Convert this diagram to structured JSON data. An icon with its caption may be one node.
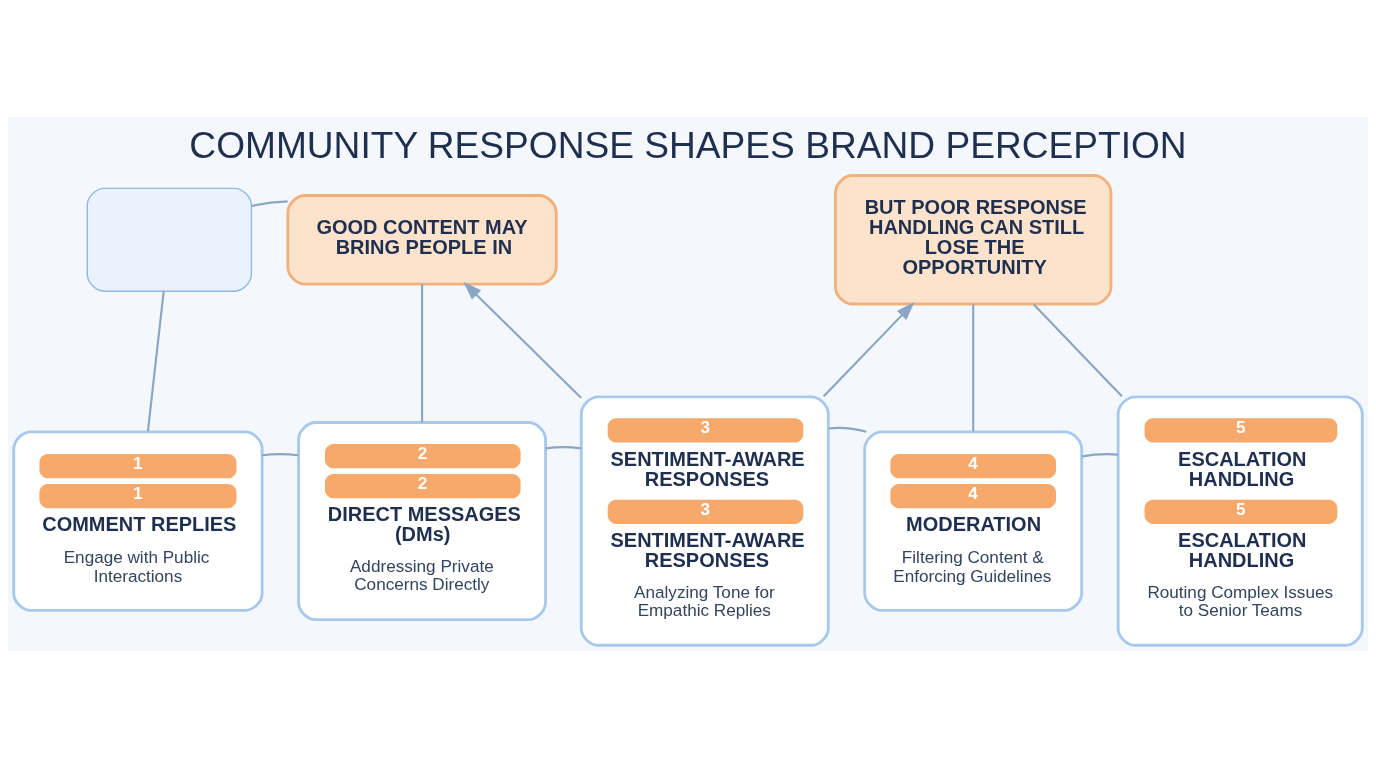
{
  "diagram": {
    "title": "COMMUNITY RESPONSE SHAPES BRAND PERCEPTION",
    "nodes": [
      {
        "text": [],
        "shape": "box"
      },
      {
        "text": [
          "GOOD CONTENT MAY BRING PEOPLE IN"
        ]
      },
      {
        "text": [
          "BUT POOR RESPONSE HANDLING CAN STILL LOSE THE OPPORTUNITY"
        ]
      },
      {
        "text": [
          "1",
          "1",
          "COMMENT REPLIES",
          "Engage with Public Interactions"
        ]
      },
      {
        "text": [
          "2",
          "2",
          "DIRECT MESSAGES (DMs)",
          "Addressing Private Concerns Directly"
        ]
      },
      {
        "text": [
          "3",
          "SENTIMENT-AWARE RESPONSES",
          "3",
          "SENTIMENT-AWARE RESPONSES",
          "Analyzing Tone for Empathic Replies"
        ]
      },
      {
        "text": [
          "4",
          "4",
          "MODERATION",
          "Filtering Content & Enforcing Guidelines"
        ]
      },
      {
        "text": [
          "5",
          "ESCALATION HANDLING",
          "5",
          "ESCALATION HANDLING",
          "Routing Complex Issues to Senior Teams"
        ]
      }
    ],
    "edges": [
      {
        "from": 0,
        "to": 1,
        "arrow": "none"
      },
      {
        "from": 0,
        "to": 3,
        "arrow": "none"
      },
      {
        "from": 1,
        "to": 4,
        "arrow": "none"
      },
      {
        "from": 5,
        "to": 1,
        "arrow": "to"
      },
      {
        "from": 5,
        "to": 2,
        "arrow": "to"
      },
      {
        "from": 2,
        "to": 6,
        "arrow": "none"
      },
      {
        "from": 2,
        "to": 7,
        "arrow": "none"
      },
      {
        "from": 3,
        "to": 4,
        "arrow": "none"
      },
      {
        "from": 4,
        "to": 5,
        "arrow": "none"
      },
      {
        "from": 5,
        "to": 6,
        "arrow": "none"
      },
      {
        "from": 6,
        "to": 7,
        "arrow": "none"
      }
    ]
  }
}
